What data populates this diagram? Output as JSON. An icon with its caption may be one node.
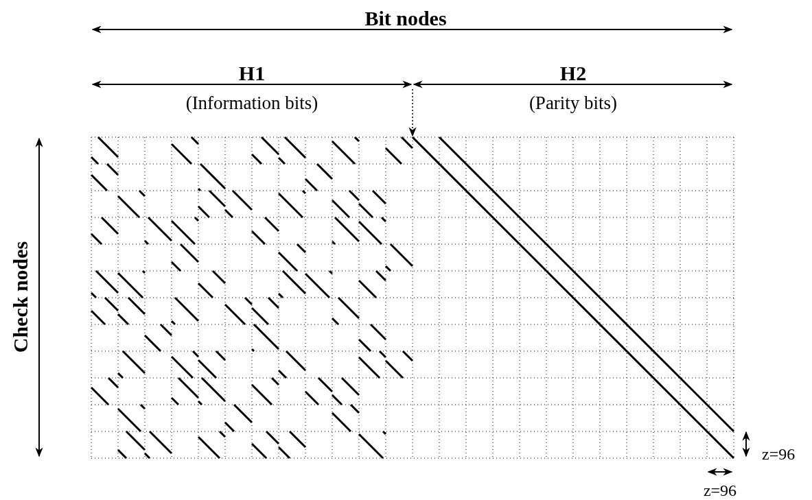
{
  "diagram": {
    "labels": [
      "Bit nodes",
      "H1",
      "(Information bits)",
      "H2",
      "(Parity bits)",
      "Check nodes",
      "z=96",
      "z=96"
    ]
  }
}
